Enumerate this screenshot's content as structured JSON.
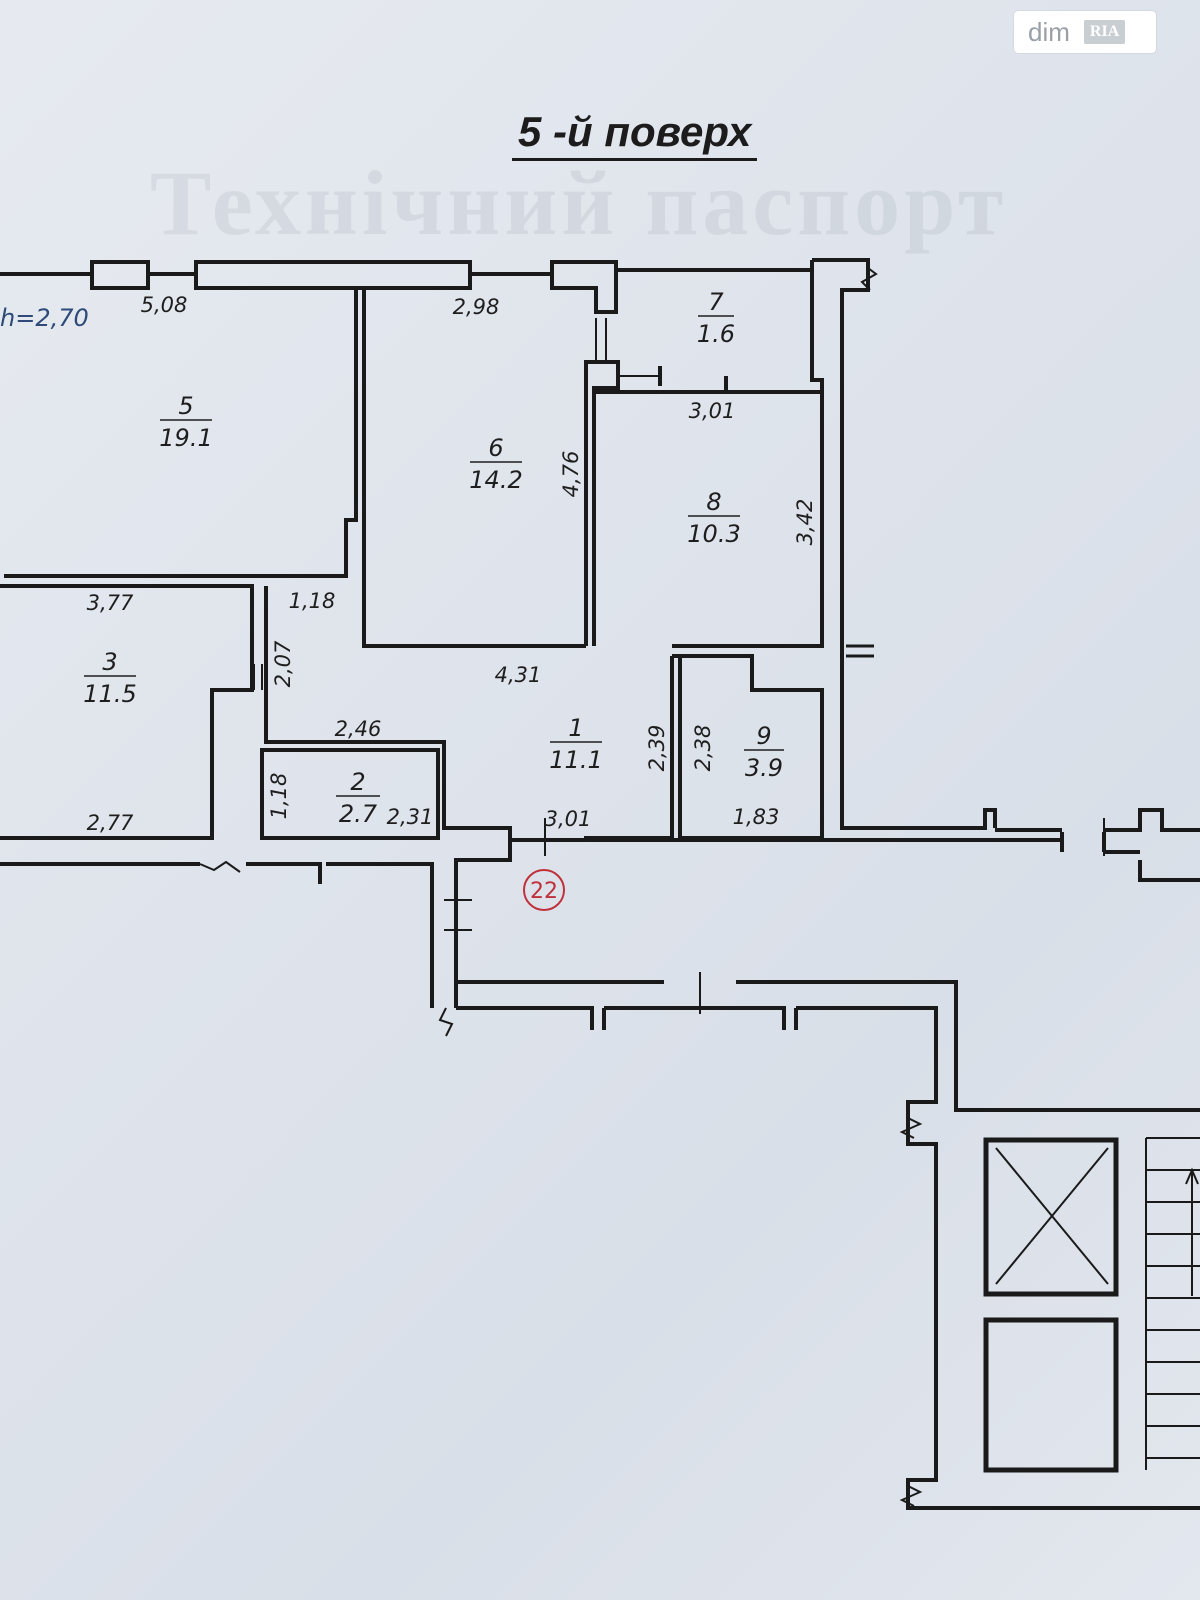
{
  "title": "5 -й поверх",
  "watermark_text": "Технічний паспорт",
  "logo": {
    "text": "dim",
    "badge": "RIA"
  },
  "ceiling_height": "h=2,70",
  "rooms": [
    {
      "id": "5",
      "number": "5",
      "area": "19.1"
    },
    {
      "id": "6",
      "number": "6",
      "area": "14.2"
    },
    {
      "id": "7",
      "number": "7",
      "area": "1.6"
    },
    {
      "id": "8",
      "number": "8",
      "area": "10.3"
    },
    {
      "id": "3",
      "number": "3",
      "area": "11.5"
    },
    {
      "id": "1",
      "number": "1",
      "area": "11.1"
    },
    {
      "id": "2",
      "number": "2",
      "area": "2.7"
    },
    {
      "id": "9",
      "number": "9",
      "area": "3.9"
    }
  ],
  "dimensions": [
    "5,08",
    "2,98",
    "3,01",
    "4,76",
    "3,42",
    "3,77",
    "1,18",
    "2,07",
    "4,31",
    "2,46",
    "1,18",
    "2,31",
    "2,77",
    "2,39",
    "2,38",
    "1,83",
    "3,01"
  ],
  "marker": "22",
  "colors": {
    "wall": "#1a1a1a",
    "marker": "#c0303a",
    "height_label": "#2d4a78"
  }
}
